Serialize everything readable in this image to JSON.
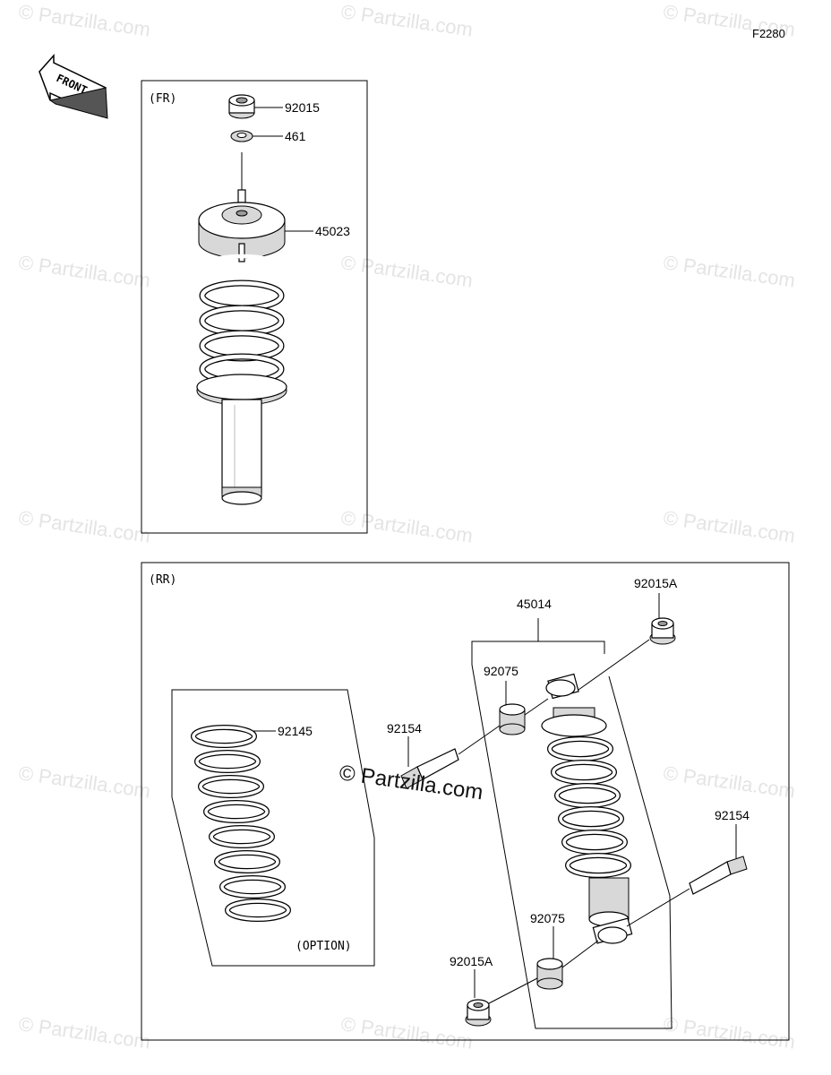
{
  "diagram_code": "F2280",
  "front_label": "FRONT",
  "watermark": "© Partzilla.com",
  "center_watermark": "© Partzilla.com",
  "front_section": {
    "label": "(FR)",
    "parts": [
      {
        "number": "92015"
      },
      {
        "number": "461"
      },
      {
        "number": "45023"
      }
    ]
  },
  "rear_section": {
    "label": "(RR)",
    "option_label": "(OPTION)",
    "parts": [
      {
        "number": "92015A"
      },
      {
        "number": "45014"
      },
      {
        "number": "92075"
      },
      {
        "number": "92154"
      },
      {
        "number": "92145"
      },
      {
        "number": "92154"
      },
      {
        "number": "92075"
      },
      {
        "number": "92015A"
      }
    ]
  }
}
